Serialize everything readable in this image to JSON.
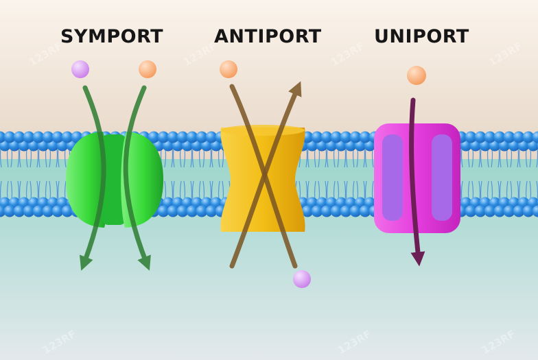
{
  "labels": {
    "symport": "SYMPORT",
    "antiport": "ANTIPORT",
    "uniport": "UNIPORT"
  },
  "watermark": "123RF",
  "colors": {
    "outside_top": "#fbf4ec",
    "outside_bottom": "#e6d6c6",
    "inside_top": "#9dd6cc",
    "inside_bottom": "#e3e9ec",
    "lipid_head": "#2e8ee0",
    "lipid_tail": "#4a8fd8",
    "symport_protein": "#36d836",
    "symport_arrow": "#2e7d32",
    "antiport_protein": "#f2be16",
    "antiport_arrow": "#7a5524",
    "uniport_protein": "#e43ddd",
    "uniport_inner": "#a869e8",
    "uniport_arrow": "#6b1f55",
    "molecule_purple": "#c87ce8",
    "molecule_orange": "#f49a5a"
  }
}
